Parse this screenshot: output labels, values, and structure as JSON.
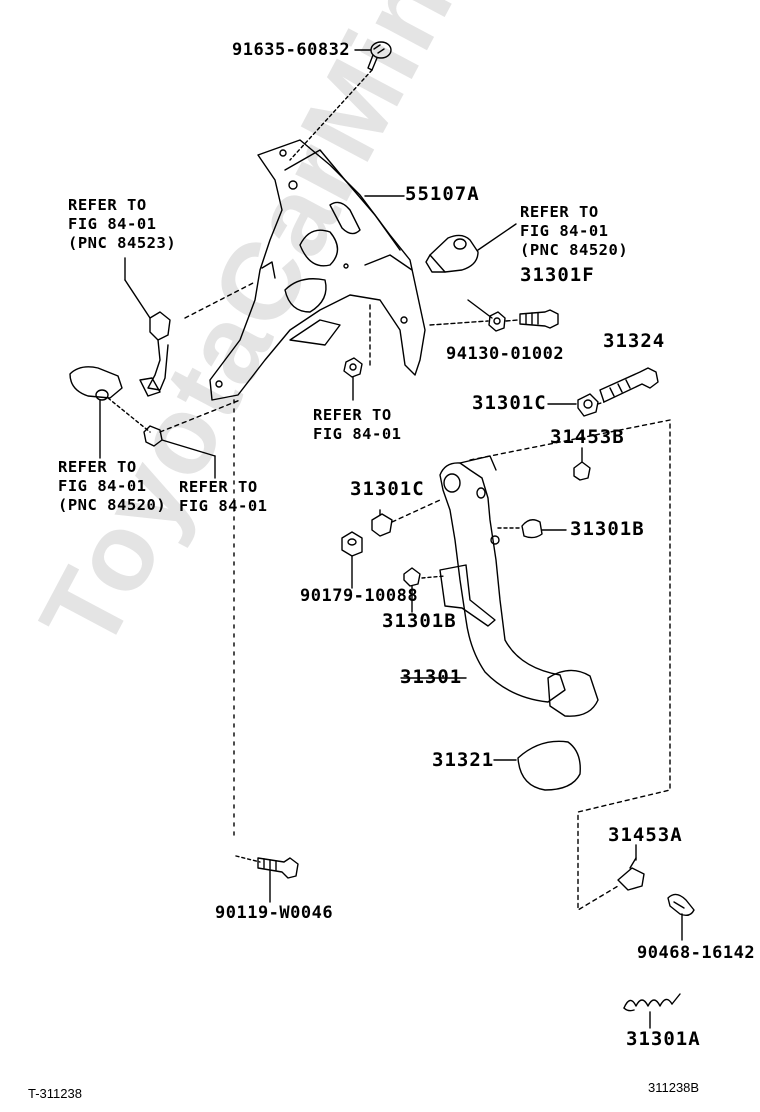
{
  "watermark": "ToyotaCarMine.ru",
  "labels": {
    "p91635_60832": "91635-60832",
    "p55107A": "55107A",
    "ref_left_top": [
      "REFER TO",
      "FIG 84-01",
      "(PNC 84523)"
    ],
    "ref_right_top": [
      "REFER TO",
      "FIG 84-01",
      "(PNC 84520)"
    ],
    "p31301F": "31301F",
    "p94130_01002": "94130-01002",
    "p31324": "31324",
    "ref_mid": [
      "REFER TO",
      "FIG 84-01"
    ],
    "p31301C_upper": "31301C",
    "p31453B": "31453B",
    "ref_left_bottom": [
      "REFER TO",
      "FIG 84-01",
      "(PNC 84520)"
    ],
    "ref_bottom2": [
      "REFER TO",
      "FIG 84-01"
    ],
    "p31301C_lower": "31301C",
    "p31301B_right": "31301B",
    "p90179_10088": "90179-10088",
    "p31301B_left": "31301B",
    "p31301": "31301",
    "p31321": "31321",
    "p31453A": "31453A",
    "p90119_W0046": "90119-W0046",
    "p90468_16142": "90468-16142",
    "p31301A": "31301A"
  },
  "footer": {
    "left": "T-311238",
    "right": "311238B"
  }
}
